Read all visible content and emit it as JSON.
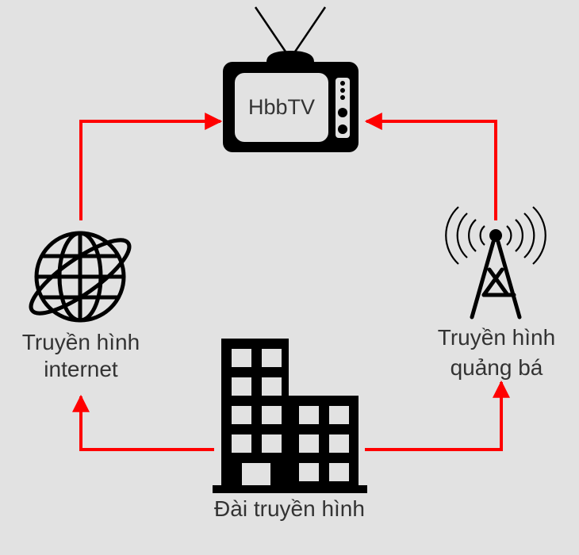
{
  "diagram": {
    "background_color": "#e2e2e2",
    "arrow_color": "#ff0000",
    "icon_color": "#000000",
    "nodes": {
      "tv": {
        "icon": "television-icon",
        "label": "HbbTV"
      },
      "internet": {
        "icon": "globe-icon",
        "label_line1": "Truyền hình",
        "label_line2": "internet"
      },
      "broadcast": {
        "icon": "antenna-tower-icon",
        "label_line1": "Truyền hình",
        "label_line2": "quảng bá"
      },
      "station": {
        "icon": "office-building-icon",
        "label": "Đài truyền hình"
      }
    },
    "edges": [
      {
        "from": "station",
        "to": "internet"
      },
      {
        "from": "station",
        "to": "broadcast"
      },
      {
        "from": "internet",
        "to": "tv"
      },
      {
        "from": "broadcast",
        "to": "tv"
      }
    ]
  }
}
